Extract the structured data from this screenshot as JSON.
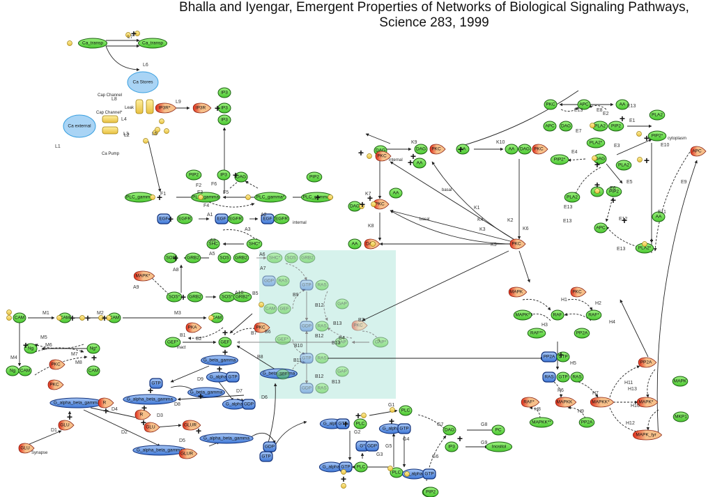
{
  "title": {
    "line1": "Bhalla and Iyengar, Emergent Properties of Networks of Biological Signaling Pathways,",
    "line2": "Science 283, 1999"
  },
  "colors": {
    "molecule_green": "#66e04a",
    "gprotein_blue": "#5b8fe0",
    "enzyme_red": "#e8492b",
    "enzyme_light": "#f7c08a",
    "calcium_yellow": "#f0d060",
    "compartment_blue": "#a9d4f5",
    "highlight_box": "#d6f2ec"
  },
  "labels": {
    "ca_stores": "Ca Stores",
    "ca_external": "Ca external",
    "cap_channel": "Cap Channel",
    "cap_channel_star": "Cap Channel*",
    "leak": "Leak",
    "ca_pump": "Ca Pump",
    "internal": "internal",
    "internal2": "internal",
    "inact": "inact",
    "synapse": "Synapse",
    "basal1": "basal",
    "basal2": "basal",
    "cytoplasm": "cytoplasm"
  },
  "reactions": [
    "L1",
    "L2",
    "L3",
    "L4",
    "L5",
    "L6",
    "L7",
    "L8",
    "L9",
    "F1",
    "F2",
    "F3",
    "F4",
    "F5",
    "F6",
    "A1",
    "A2",
    "A3",
    "A4",
    "A5",
    "A6",
    "A7",
    "A8",
    "A9",
    "A10",
    "M1",
    "M2",
    "M3",
    "M4",
    "M5",
    "M6",
    "M7",
    "M8",
    "B1",
    "B2",
    "B3",
    "B4",
    "B5",
    "B6",
    "B7",
    "B8",
    "B9",
    "B10",
    "B11",
    "B12",
    "B12",
    "B12",
    "B13",
    "B13",
    "B13",
    "D1",
    "D2",
    "D3",
    "D4",
    "D5",
    "D6",
    "D7",
    "D8",
    "D9",
    "G1",
    "G2",
    "G3",
    "G4",
    "G5",
    "G6",
    "G7",
    "G8",
    "G9",
    "K1",
    "K2",
    "K3",
    "K4",
    "K5",
    "K6",
    "K7",
    "K8",
    "K9",
    "K10",
    "E1",
    "E2",
    "E3",
    "E4",
    "E5",
    "E6",
    "E7",
    "E8",
    "E9",
    "E10",
    "E11",
    "E12",
    "E13",
    "E13",
    "E13",
    "E13",
    "E13",
    "H1",
    "H2",
    "H3",
    "H4",
    "H5",
    "H6",
    "H7",
    "H8",
    "H9",
    "H10",
    "H11",
    "H12",
    "H13"
  ],
  "nodes": [
    "Ca_transp",
    "Ca_transp",
    "IP3R*",
    "IP3R",
    "IP3",
    "IP3",
    "IP3",
    "PLC_gamma",
    "PLC_gamma",
    "PLC_gamma*",
    "PLC_gamma*",
    "PIP2",
    "PIP2",
    "IP3",
    "DAG",
    "EGF",
    "EGFR",
    "EGF",
    "EGFR",
    "EGF",
    "EGFR",
    "SHC",
    "SHC*",
    "SOS",
    "GRB2",
    "SOS",
    "GRB2",
    "MAPK*",
    "SOS*",
    "GRB2",
    "SOS*",
    "GRB2*",
    "SHC*",
    "SOS",
    "GRB2",
    "GDP",
    "RAS",
    "GTP",
    "RAS",
    "CAM",
    "GEF",
    "GAP",
    "GDP",
    "RAS",
    "PKC",
    "GAP",
    "GAP*",
    "GEF*",
    "GTP",
    "RAS",
    "GAP",
    "G_beta_gamma",
    "GEF",
    "GDP",
    "RAS",
    "CAM",
    "CAM",
    "CAM",
    "CAM",
    "Ng",
    "Ng*",
    "Ng",
    "CAM",
    "CAM",
    "PKC",
    "PKC",
    "PKA",
    "GEF*",
    "GEF",
    "PKC",
    "G_beta_gamma",
    "G_alpha",
    "GTP",
    "GTP",
    "G_alpha_beta_gamma",
    "G_beta_gamma",
    "G_alpha",
    "GDP",
    "G_alpha_beta_gamma",
    "R",
    "R",
    "GLU",
    "GLU",
    "GLUR",
    "GLU",
    "G_alpha_beta_gamma",
    "G_alpha_beta_gamma",
    "GLUR",
    "GDP",
    "GTP",
    "G_alpha",
    "GTP",
    "PLC",
    "PLC",
    "G_alpha",
    "GTP",
    "G*",
    "GDP",
    "G_alpha",
    "GTP",
    "PLC",
    "PLC",
    "G_alpha",
    "GTP",
    "PIP2",
    "DAG",
    "IP3",
    "PC",
    "Inositol",
    "PIP2",
    "DAG",
    "PKC",
    "DAG",
    "PKC",
    "AA",
    "AA",
    "AA",
    "DAG",
    "PKC",
    "AA",
    "DAG",
    "PKC",
    "AA",
    "DAG",
    "PKC",
    "PKC",
    "APC",
    "AA",
    "APC",
    "DAG",
    "PLA2",
    "PIP2",
    "PLA2",
    "PIP2*",
    "PLA2*",
    "DAG",
    "PLA2",
    "PIP2*",
    "AA",
    "PIP2",
    "PLA2",
    "APC",
    "AA",
    "PLA2*",
    "APC",
    "MAPK",
    "PKC",
    "MAPK*",
    "RAF",
    "RAF*",
    "RAF**",
    "PP2A",
    "PP2A",
    "GTP",
    "RAS",
    "GTP",
    "RAS",
    "RAF*",
    "MAPKK",
    "MAPKK*",
    "MAPKK**",
    "PP2A",
    "PP2A",
    "MAPK*",
    "MAPK_tyr",
    "MAPK",
    "MKP1",
    "MKP1"
  ]
}
